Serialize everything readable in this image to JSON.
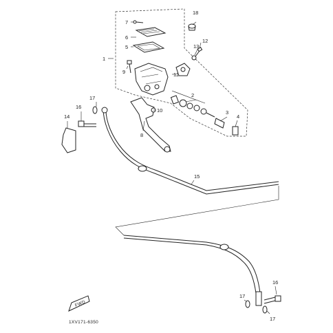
{
  "diagram": {
    "part_callouts": [
      {
        "id": "c1",
        "label": "1"
      },
      {
        "id": "c2",
        "label": "2"
      },
      {
        "id": "c3",
        "label": "3"
      },
      {
        "id": "c4",
        "label": "4"
      },
      {
        "id": "c5",
        "label": "5"
      },
      {
        "id": "c6",
        "label": "6"
      },
      {
        "id": "c7",
        "label": "7"
      },
      {
        "id": "c8",
        "label": "8"
      },
      {
        "id": "c9",
        "label": "9"
      },
      {
        "id": "c10",
        "label": "10"
      },
      {
        "id": "c11",
        "label": "11"
      },
      {
        "id": "c12",
        "label": "12"
      },
      {
        "id": "c13",
        "label": "13"
      },
      {
        "id": "c14",
        "label": "14"
      },
      {
        "id": "c15",
        "label": "15"
      },
      {
        "id": "c16a",
        "label": "16"
      },
      {
        "id": "c16b",
        "label": "16"
      },
      {
        "id": "c17a",
        "label": "17"
      },
      {
        "id": "c17b",
        "label": "17"
      },
      {
        "id": "c17c",
        "label": "17"
      },
      {
        "id": "c18",
        "label": "18"
      }
    ],
    "drawing_code": "1XV171-6350",
    "fwd_label": "FWD"
  }
}
